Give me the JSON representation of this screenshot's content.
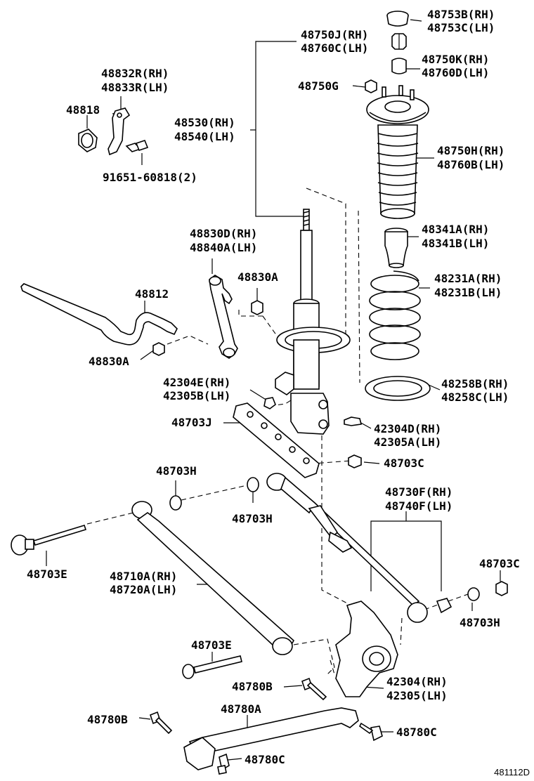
{
  "figure_id": "481112D",
  "labels": {
    "l48753": [
      "48753B(RH)",
      "48753C(LH)"
    ],
    "l48750J": [
      "48750J(RH)",
      "48760C(LH)"
    ],
    "l48750K": [
      "48750K(RH)",
      "48760D(LH)"
    ],
    "l48750G": [
      "48750G"
    ],
    "l48832": [
      "48832R(RH)",
      "48833R(LH)"
    ],
    "l48818": [
      "48818"
    ],
    "l48530": [
      "48530(RH)",
      "48540(LH)"
    ],
    "l91651": [
      "91651-60818(2)"
    ],
    "l48750H": [
      "48750H(RH)",
      "48760B(LH)"
    ],
    "l48830D": [
      "48830D(RH)",
      "48840A(LH)"
    ],
    "l48341": [
      "48341A(RH)",
      "48341B(LH)"
    ],
    "l48830A_top": [
      "48830A"
    ],
    "l48231": [
      "48231A(RH)",
      "48231B(LH)"
    ],
    "l48812": [
      "48812"
    ],
    "l48830A_left": [
      "48830A"
    ],
    "l48258": [
      "48258B(RH)",
      "48258C(LH)"
    ],
    "l42304E": [
      "42304E(RH)",
      "42305B(LH)"
    ],
    "l48703J": [
      "48703J"
    ],
    "l42304D": [
      "42304D(RH)",
      "42305A(LH)"
    ],
    "l48703C_mid": [
      "48703C"
    ],
    "l48703H_left": [
      "48703H"
    ],
    "l48703H_mid": [
      "48703H"
    ],
    "l48730F": [
      "48730F(RH)",
      "48740F(LH)"
    ],
    "l48703E_left": [
      "48703E"
    ],
    "l48703C_right": [
      "48703C"
    ],
    "l48710A": [
      "48710A(RH)",
      "48720A(LH)"
    ],
    "l48703H_right": [
      "48703H"
    ],
    "l48703E_mid": [
      "48703E"
    ],
    "l48780B_mid": [
      "48780B"
    ],
    "l42304": [
      "42304(RH)",
      "42305(LH)"
    ],
    "l48780A": [
      "48780A"
    ],
    "l48780B_left": [
      "48780B"
    ],
    "l48780C_right": [
      "48780C"
    ],
    "l48780C_bottom": [
      "48780C"
    ]
  }
}
